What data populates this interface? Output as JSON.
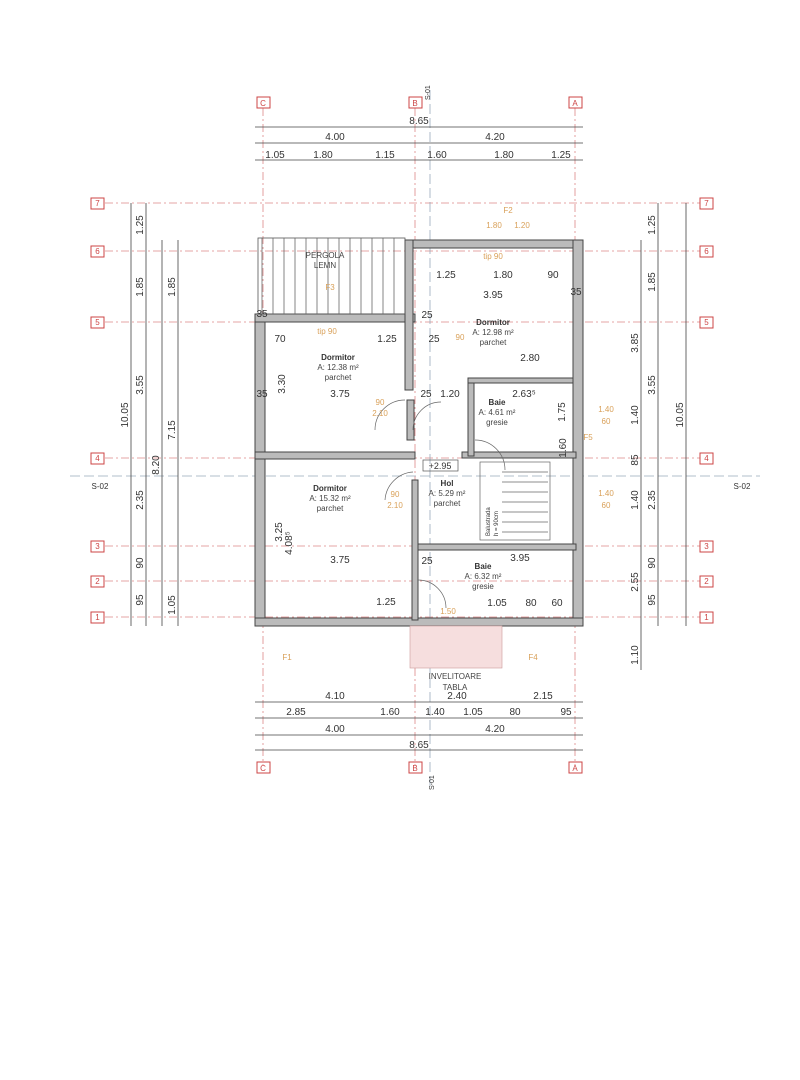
{
  "plan": {
    "axes_vertical": [
      "C",
      "B",
      "A"
    ],
    "axes_horizontal": [
      "7",
      "6",
      "5",
      "4",
      "3",
      "2",
      "1"
    ],
    "sections": [
      "S-01",
      "S-02"
    ],
    "top_dims": {
      "total": "8.65",
      "parts": [
        "4.00",
        "4.20"
      ],
      "details": [
        "1.05",
        "1.80",
        "1.15",
        "1.60",
        "1.80",
        "1.25"
      ]
    },
    "bottom_dims": {
      "row1": [
        "4.10",
        "2.40",
        "2.15"
      ],
      "row2": [
        "2.85",
        "1.60",
        "1.40",
        "1.05",
        "80",
        "95"
      ],
      "row3": [
        "4.00",
        "4.20"
      ],
      "total": "8.65"
    },
    "left_dims": {
      "outer": "10.05",
      "col1": [
        "1.25",
        "1.85",
        "3.55",
        "2.35",
        "90",
        "95"
      ],
      "col2": "8.20",
      "col3": [
        "1.85",
        "7.15",
        "1.05"
      ]
    },
    "right_dims": {
      "col1": [
        "3.85",
        "1.40",
        "85",
        "1.40",
        "2.55",
        "1.10"
      ],
      "col2": [
        "1.25",
        "1.85",
        "3.55",
        "2.35",
        "90",
        "95"
      ],
      "outer": "10.05"
    },
    "pergola": [
      "PERGOLA",
      "LEMN"
    ],
    "roof": [
      "INVELITOARE",
      "TABLA"
    ],
    "level": "+2.95",
    "stairs_note": [
      "Balustrada",
      "h = 90cm"
    ],
    "rooms": [
      {
        "name": "Dormitor",
        "area": "A: 12.98 m²",
        "floor": "parchet"
      },
      {
        "name": "Dormitor",
        "area": "A: 12.38 m²",
        "floor": "parchet"
      },
      {
        "name": "Baie",
        "area": "A: 4.61 m²",
        "floor": "gresie"
      },
      {
        "name": "Dormitor",
        "area": "A: 15.32 m²",
        "floor": "parchet"
      },
      {
        "name": "Hol",
        "area": "A: 5.29 m²",
        "floor": "parchet"
      },
      {
        "name": "Baie",
        "area": "A: 6.32 m²",
        "floor": "gresie"
      }
    ],
    "inner_dims": [
      "1.25",
      "1.80",
      "90",
      "3.95",
      "70",
      "1.25",
      "25",
      "2.80",
      "3.30",
      "3.75",
      "25",
      "1.20",
      "2.63⁵",
      "1.75",
      "3.25",
      "4.08⁵",
      "3.75",
      "3.95",
      "1.25",
      "1.05",
      "80",
      "60",
      "1.60",
      "35",
      "35",
      "35",
      "25",
      "25"
    ],
    "window_tags": [
      "F1",
      "F2",
      "F3",
      "F4",
      "F5"
    ],
    "window_marks": [
      "tip 90",
      "tip 90",
      "1.40",
      "60",
      "1.40",
      "60",
      "90",
      "2.10",
      "90",
      "2.10",
      "1.50",
      "90",
      "1.80",
      "1.20"
    ]
  }
}
